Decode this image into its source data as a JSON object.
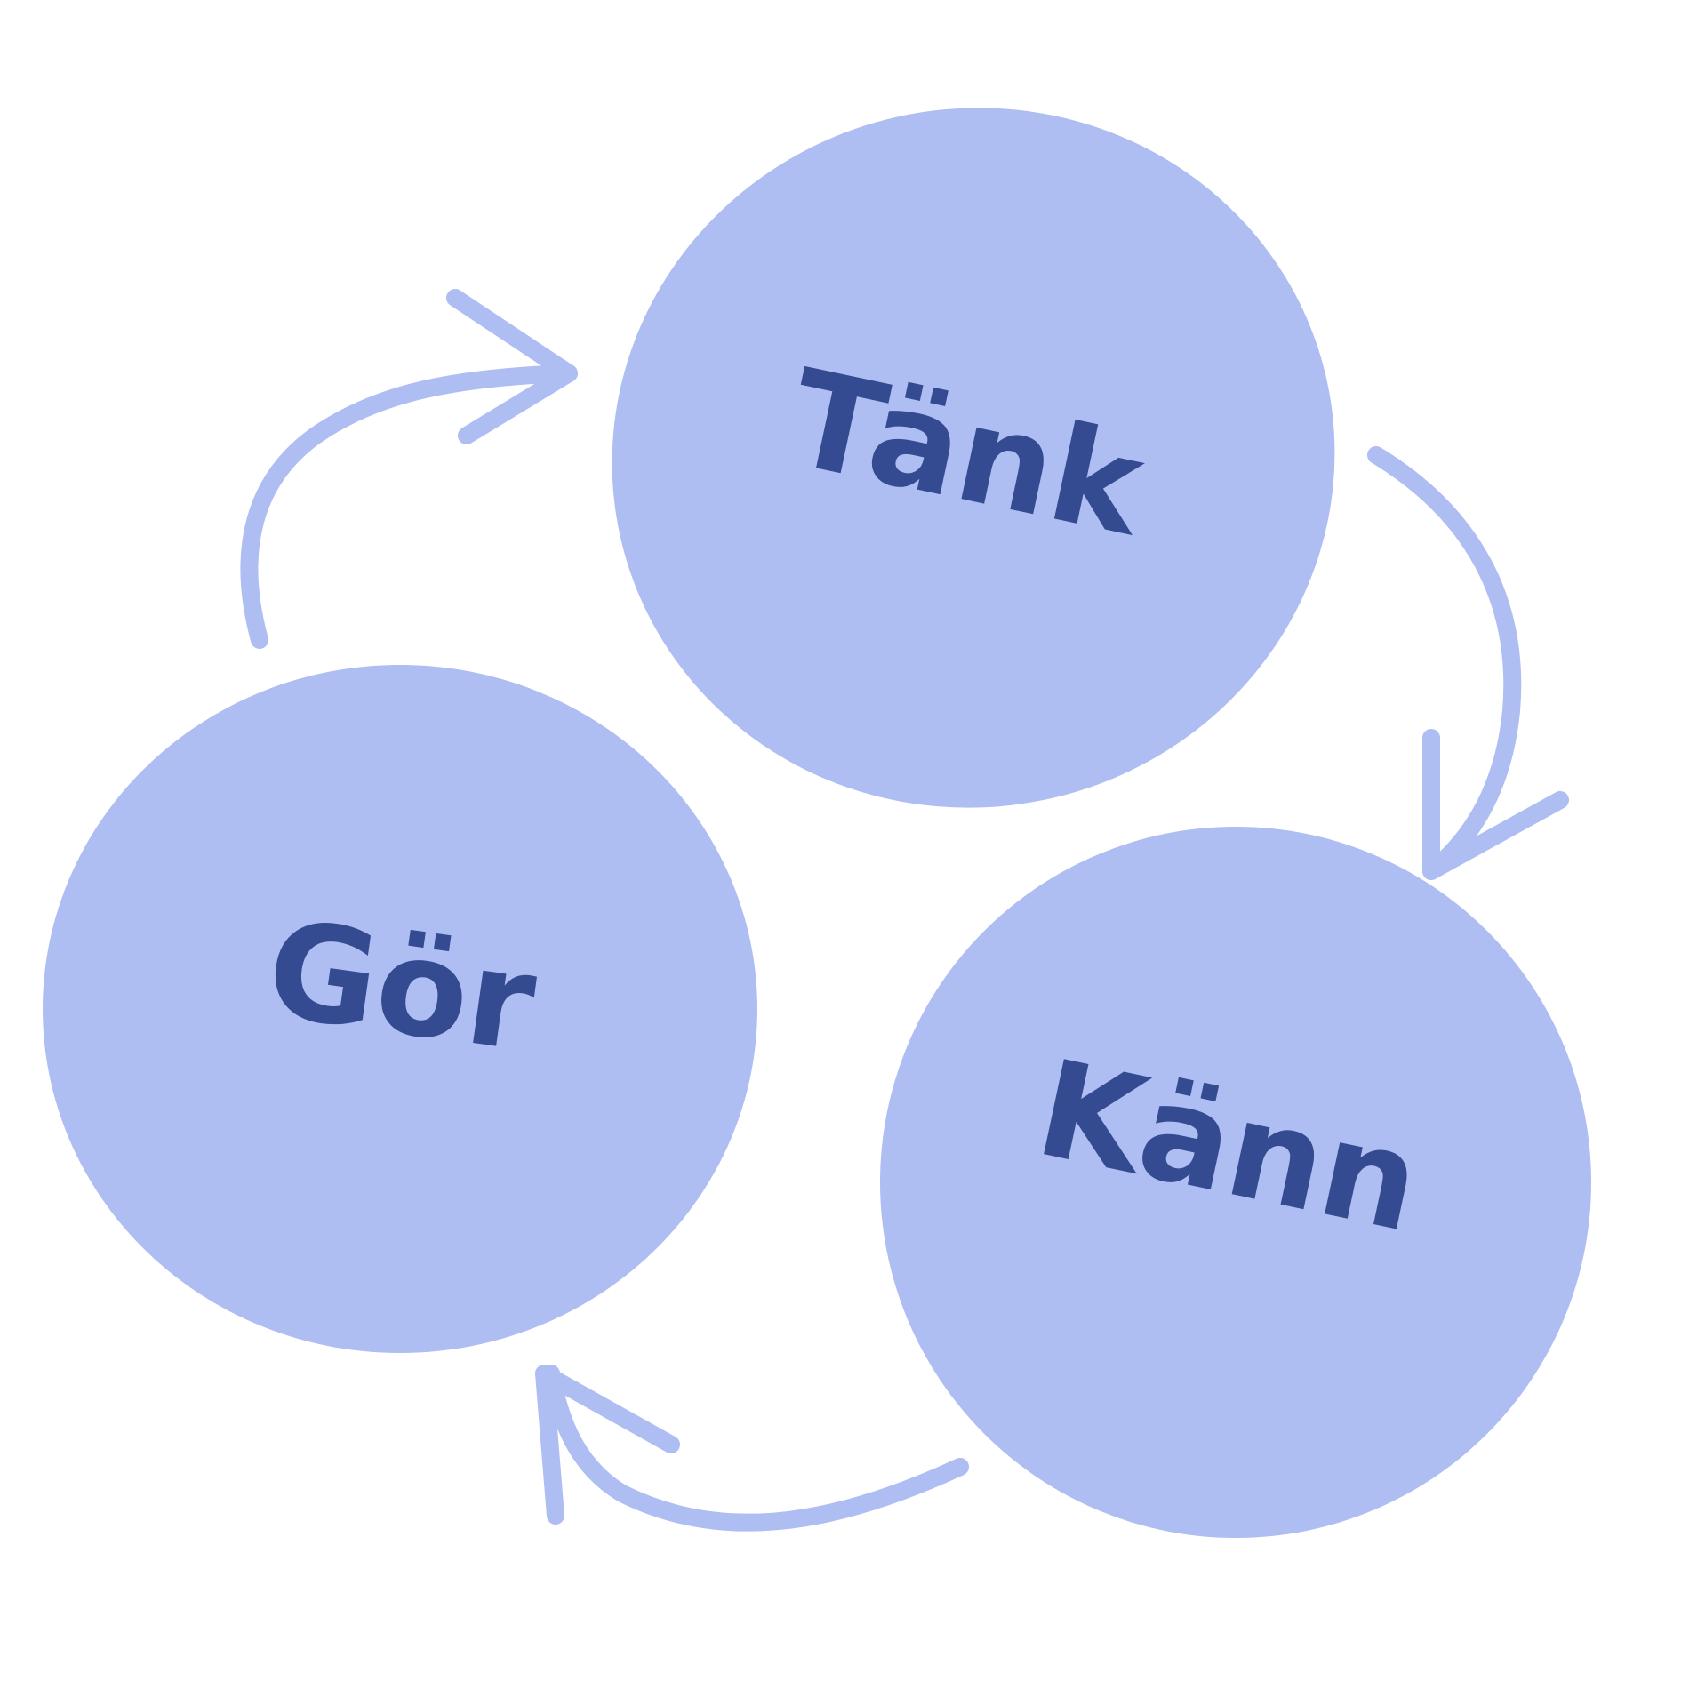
{
  "colors": {
    "circle_fill": "#aebdf2",
    "arrow": "#aebdf2",
    "text": "#344a91",
    "background": "#ffffff"
  },
  "nodes": [
    {
      "id": "tank",
      "label": "Tänk"
    },
    {
      "id": "kann",
      "label": "Känn"
    },
    {
      "id": "gor",
      "label": "Gör"
    }
  ],
  "edges": [
    {
      "from": "tank",
      "to": "kann"
    },
    {
      "from": "kann",
      "to": "gor"
    },
    {
      "from": "gor",
      "to": "tank"
    }
  ],
  "icons": {
    "arrow": "curved-arrow-icon"
  }
}
